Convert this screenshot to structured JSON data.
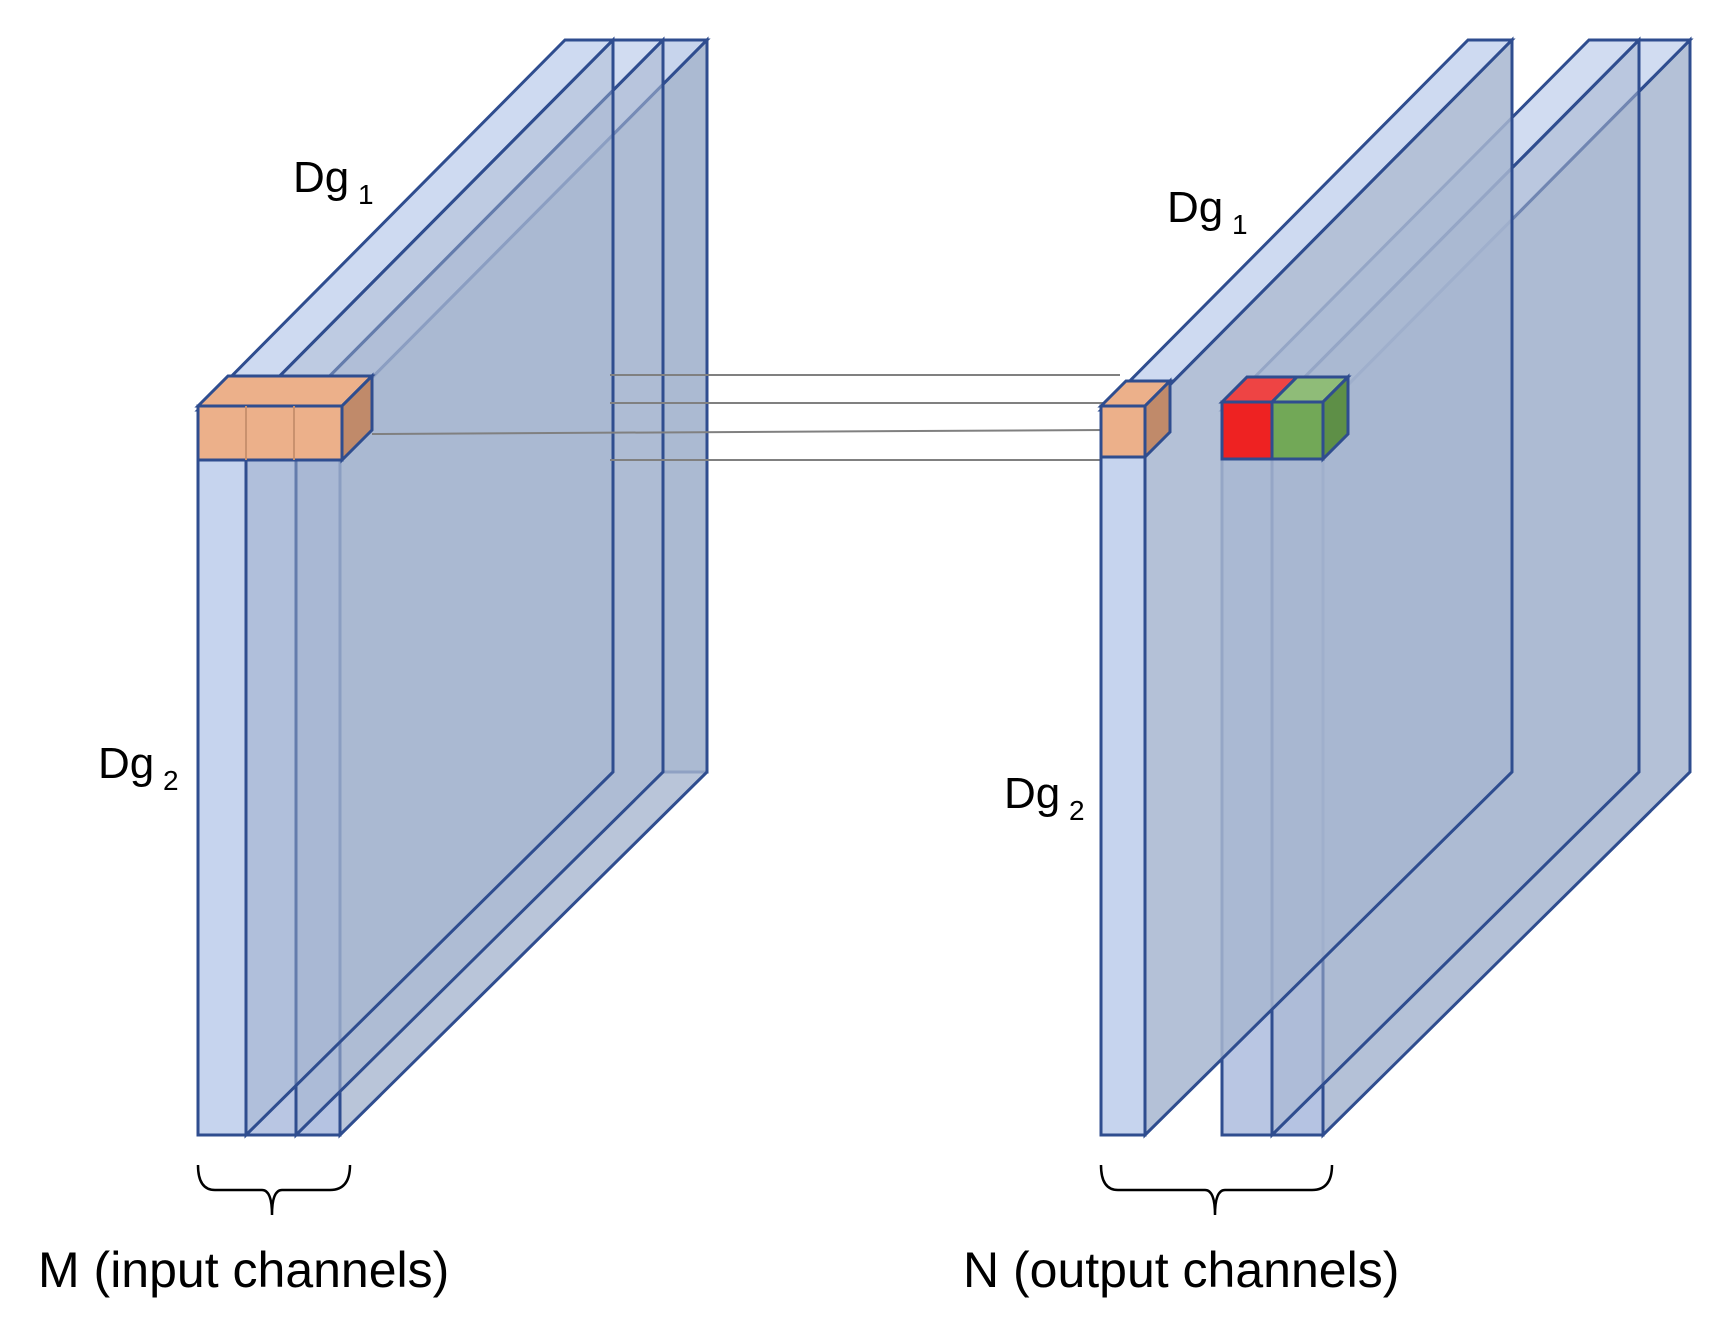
{
  "labels": {
    "input_dg1_main": "Dg",
    "input_dg1_sub": "1",
    "input_dg2_main": "Dg",
    "input_dg2_sub": "2",
    "output_dg1_main": "Dg",
    "output_dg1_sub": "1",
    "output_dg2_main": "Dg",
    "output_dg2_sub": "2",
    "input_caption": "M (input channels)",
    "output_caption": "N (output channels)"
  },
  "colors": {
    "slab_front": "#c6d4ee",
    "slab_top": "#c9d6ef",
    "slab_side": "#a7b6d0",
    "slab_stroke": "#2f4d8f",
    "orange_patch": "#ecb08a",
    "orange_patch_side": "#c08a6a",
    "red_patch": "#ee2222",
    "green_patch": "#72a857",
    "link_line": "#808080"
  }
}
